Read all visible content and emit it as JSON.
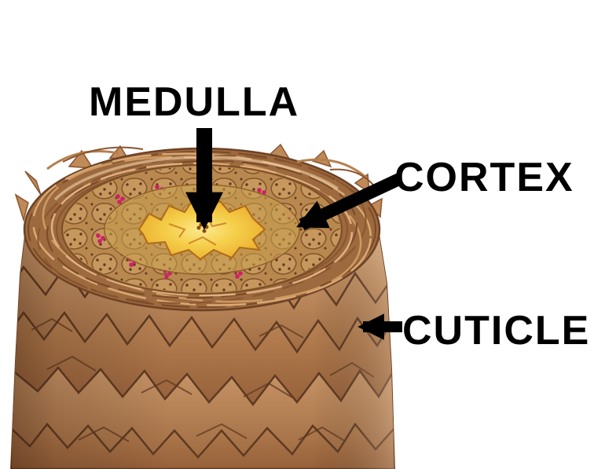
{
  "diagram": {
    "background": "#ffffff",
    "labels": {
      "medulla": "MEDULLA",
      "cortex": "CORTEX",
      "cuticle": "CUTICLE"
    },
    "colors": {
      "label_text": "#000000",
      "arrow": "#000000",
      "medulla_fill": "#f2c23b",
      "cortex_fill": "#b9884e",
      "cuticle_scales": "#c08a58",
      "fiber_ring": "#9c6a3e"
    }
  }
}
